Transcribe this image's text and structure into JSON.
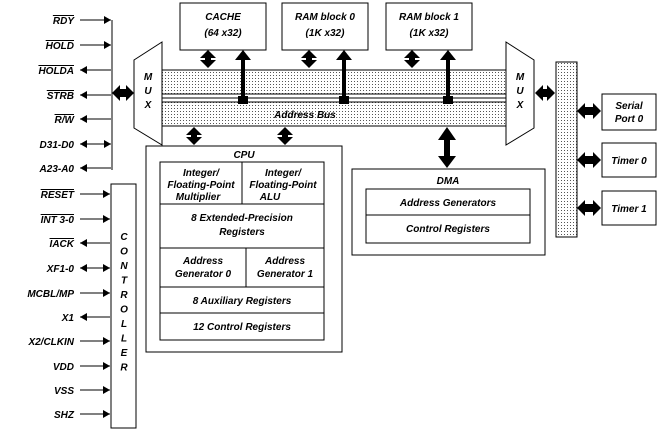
{
  "signals_left": [
    {
      "id": "rdy",
      "text": "RDY",
      "overline": true,
      "dir": "in"
    },
    {
      "id": "hold",
      "text": "HOLD",
      "overline": true,
      "dir": "in"
    },
    {
      "id": "holda",
      "text": "HOLDA",
      "overline": true,
      "dir": "out"
    },
    {
      "id": "strb",
      "text": "STRB",
      "overline": true,
      "dir": "out"
    },
    {
      "id": "rw",
      "text": "R/W",
      "overline": true,
      "dir": "out"
    },
    {
      "id": "d31",
      "text": "D31-D0",
      "overline": false,
      "dir": "both"
    },
    {
      "id": "a23",
      "text": "A23-A0",
      "overline": false,
      "dir": "out"
    }
  ],
  "controller": {
    "label": "CONTROLLER",
    "signals": [
      {
        "id": "reset",
        "text": "RESET",
        "overline": true,
        "dir": "in"
      },
      {
        "id": "int",
        "text": "INT 3-0",
        "overline": true,
        "dir": "in"
      },
      {
        "id": "iack",
        "text": "IACK",
        "overline": true,
        "dir": "out"
      },
      {
        "id": "xf",
        "text": "XF1-0",
        "overline": false,
        "dir": "both"
      },
      {
        "id": "mcbl",
        "text": "MCBL/MP",
        "overline": false,
        "dir": "in"
      },
      {
        "id": "x1",
        "text": "X1",
        "overline": false,
        "dir": "out"
      },
      {
        "id": "x2",
        "text": "X2/CLKIN",
        "overline": false,
        "dir": "in"
      },
      {
        "id": "vdd",
        "text": "VDD",
        "overline": false,
        "dir": "in"
      },
      {
        "id": "vss",
        "text": "VSS",
        "overline": false,
        "dir": "in"
      },
      {
        "id": "shz",
        "text": "SHZ",
        "overline": false,
        "dir": "in"
      }
    ]
  },
  "mux_left": "MUX",
  "mux_right": "MUX",
  "memory": {
    "cache": {
      "title": "CACHE",
      "sub": "(64 x32)"
    },
    "ram0": {
      "title": "RAM block 0",
      "sub": "(1K x32)"
    },
    "ram1": {
      "title": "RAM block 1",
      "sub": "(1K x32)"
    }
  },
  "address_bus": "Address Bus",
  "cpu": {
    "title": "CPU",
    "multiplier": [
      "Integer/",
      "Floating-Point",
      "Multiplier"
    ],
    "alu": [
      "Integer/",
      "Floating-Point",
      "ALU"
    ],
    "ext_regs": [
      "8 Extended-Precision",
      "Registers"
    ],
    "addr_gen0": [
      "Address",
      "Generator 0"
    ],
    "addr_gen1": [
      "Address",
      "Generator 1"
    ],
    "aux_regs": "8 Auxiliary Registers",
    "ctrl_regs": "12 Control Registers"
  },
  "dma": {
    "title": "DMA",
    "addr_gen": "Address Generators",
    "ctrl_regs": "Control Registers"
  },
  "peripherals": {
    "serial": [
      "Serial",
      "Port 0"
    ],
    "timer0": "Timer 0",
    "timer1": "Timer 1"
  }
}
